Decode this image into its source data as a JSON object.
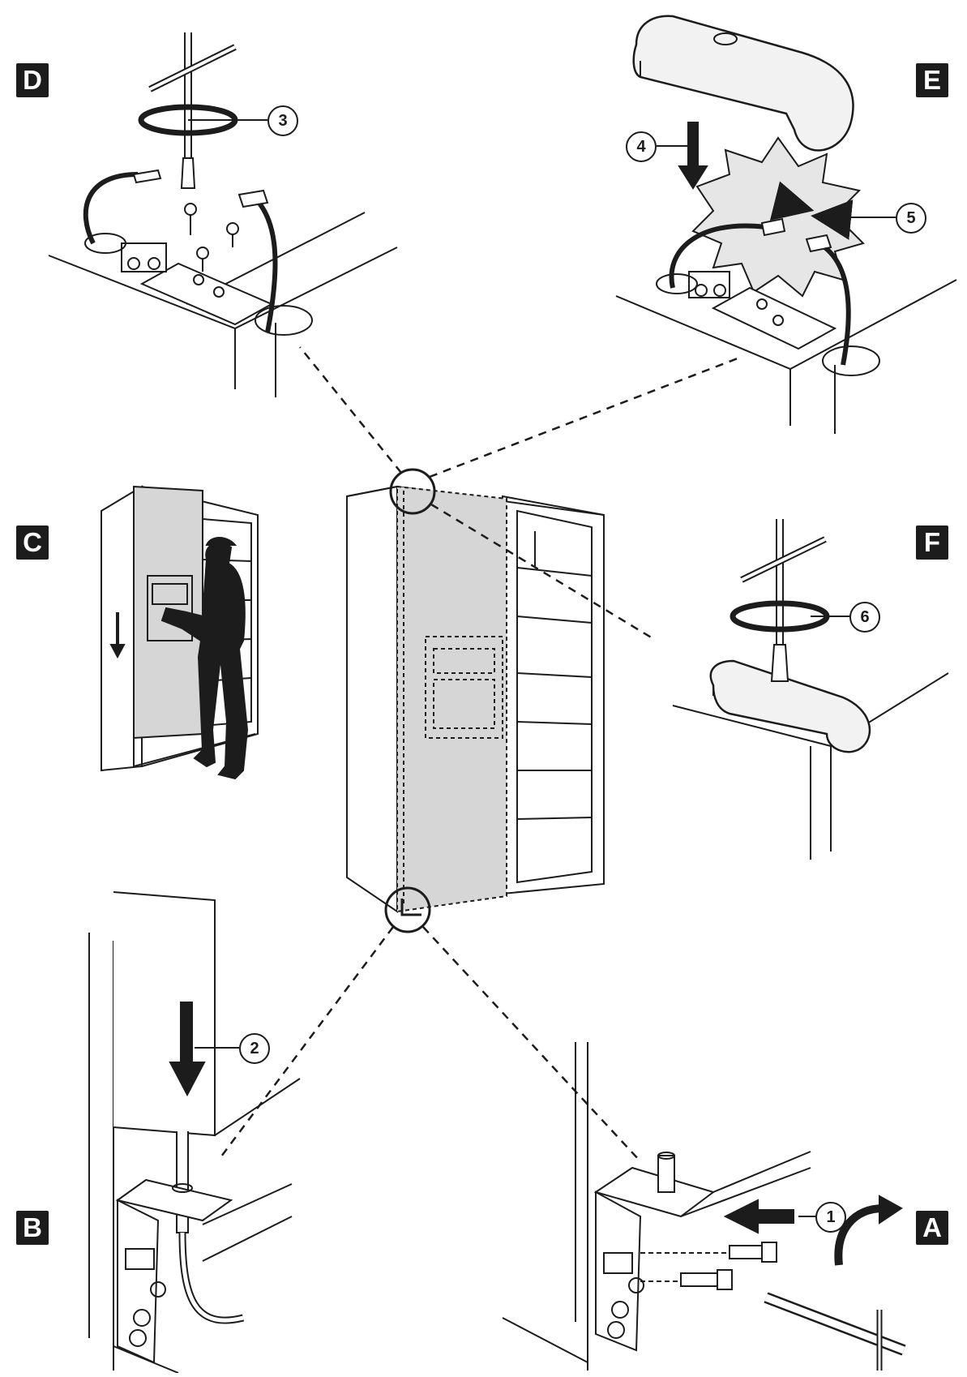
{
  "panels": {
    "A": "A",
    "B": "B",
    "C": "C",
    "D": "D",
    "E": "E",
    "F": "F"
  },
  "steps": {
    "s1": "1",
    "s2": "2",
    "s3": "3",
    "s4": "4",
    "s5": "5",
    "s6": "6"
  },
  "colors": {
    "ink": "#1c1c1c",
    "door_fill": "#d6d6d6",
    "spark_fill": "#e6e6e6",
    "cover_fill": "#f2f2f2"
  }
}
